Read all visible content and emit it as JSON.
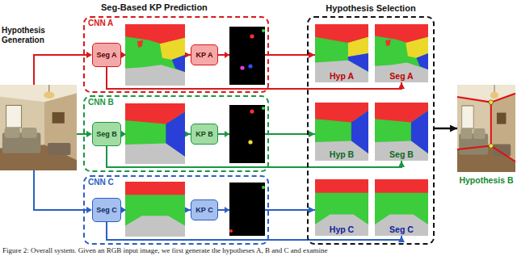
{
  "diagram": {
    "caption": "Figure 2: Overall system. Given an RGB input image, we first generate the hypotheses A, B and C and examine",
    "nodes": [
      {
        "text": [
          "CNN A"
        ]
      },
      {
        "text": [
          "Seg A"
        ],
        "in": 0
      },
      {
        "text": [
          "KP A"
        ],
        "in": 0
      },
      {
        "text": [
          "CNN B"
        ]
      },
      {
        "text": [
          "Seg B"
        ],
        "in": 3
      },
      {
        "text": [
          "KP B"
        ],
        "in": 3
      },
      {
        "text": [
          "CNN C"
        ]
      },
      {
        "text": [
          "Seg C"
        ],
        "in": 6
      },
      {
        "text": [
          "KP C"
        ],
        "in": 6
      },
      {
        "text": [
          "Hypothesis Selection"
        ]
      },
      {
        "text": [
          "Hyp A"
        ],
        "in": 9
      },
      {
        "text": [
          "Seg A"
        ],
        "in": 9
      },
      {
        "text": [
          "Hyp B"
        ],
        "in": 9
      },
      {
        "text": [
          "Seg B"
        ],
        "in": 9
      },
      {
        "text": [
          "Hyp C"
        ],
        "in": 9
      },
      {
        "text": [
          "Seg C"
        ],
        "in": 9
      },
      {
        "text": [
          "Hypothesis B"
        ]
      }
    ],
    "edges": [
      {
        "from": 1,
        "to": 2,
        "arrow": "to"
      },
      {
        "from": 2,
        "to": 10,
        "arrow": "to"
      },
      {
        "from": 1,
        "to": 11,
        "arrow": "to"
      },
      {
        "from": 4,
        "to": 5,
        "arrow": "to"
      },
      {
        "from": 5,
        "to": 12,
        "arrow": "to"
      },
      {
        "from": 4,
        "to": 13,
        "arrow": "to"
      },
      {
        "from": 7,
        "to": 8,
        "arrow": "to"
      },
      {
        "from": 8,
        "to": 14,
        "arrow": "to"
      },
      {
        "from": 7,
        "to": 15,
        "arrow": "to"
      },
      {
        "from": 9,
        "to": 16,
        "arrow": "to"
      }
    ],
    "labels": [
      "Seg-Based KP Prediction",
      "Hypothesis Generation"
    ]
  }
}
